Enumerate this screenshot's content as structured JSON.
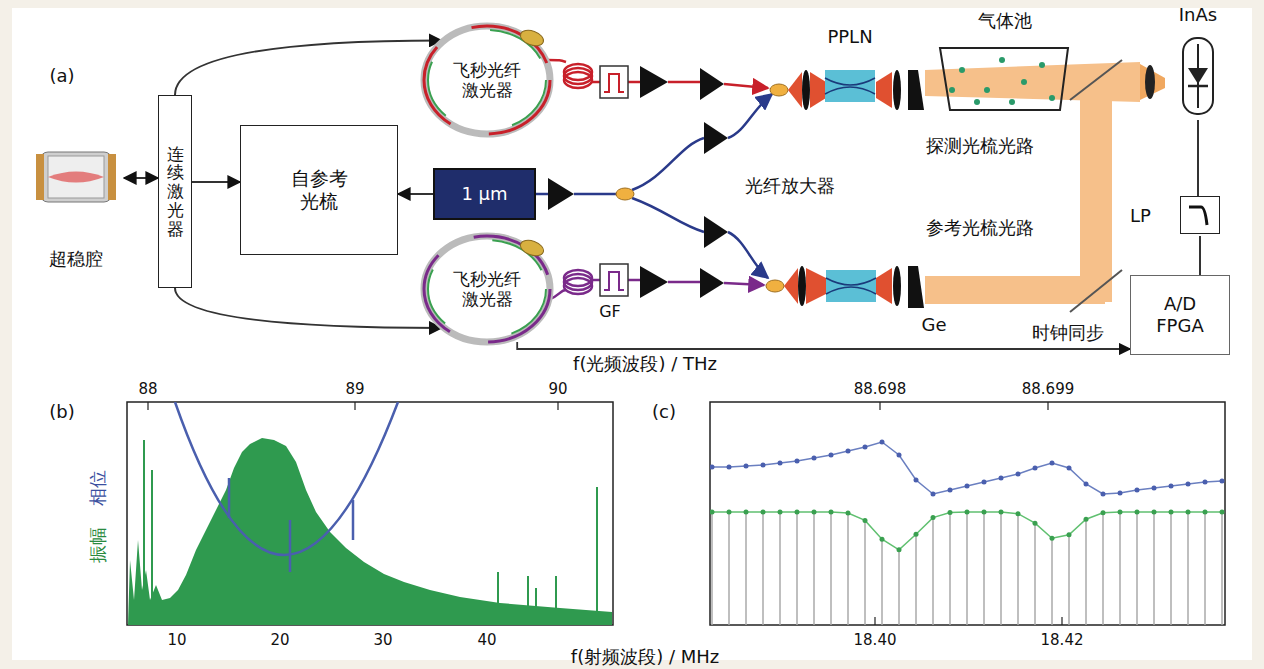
{
  "diagram": {
    "nodes": [
      {
        "text": [
          "超稳腔"
        ]
      },
      {
        "text": [
          "连续激光器"
        ]
      },
      {
        "text": [
          "自参考 光梳"
        ]
      },
      {
        "text": [
          "飞秒光纤 激光器"
        ]
      },
      {
        "text": [
          "1 μm"
        ]
      },
      {
        "text": [
          "飞秒光纤 激光器"
        ]
      },
      {
        "text": [
          "PPLN"
        ]
      },
      {
        "text": [
          "气体池"
        ]
      },
      {
        "text": [
          "InAs"
        ]
      },
      {
        "text": [
          "LP"
        ]
      },
      {
        "text": [
          "A/D FPGA"
        ]
      }
    ],
    "edges": [
      {
        "from": 0,
        "to": 1,
        "arrow": "both"
      },
      {
        "from": 1,
        "to": 3,
        "arrow": "to"
      },
      {
        "from": 1,
        "to": 5,
        "arrow": "to"
      },
      {
        "from": 1,
        "to": 2,
        "arrow": "to"
      },
      {
        "from": 4,
        "to": 2,
        "arrow": "to"
      },
      {
        "from": 5,
        "to": 10,
        "label": "时钟同步",
        "arrow": "to"
      },
      {
        "from": 8,
        "to": 9,
        "arrow": "none"
      },
      {
        "from": 9,
        "to": 10,
        "arrow": "none"
      }
    ],
    "labels": [
      "(a)",
      "光纤放大器",
      "探测光梳光路",
      "参考光梳光路",
      "GF",
      "Ge",
      "f(光频波段) / THz",
      "(b)",
      "88",
      "89",
      "90",
      "相位",
      "振幅",
      "10",
      "20",
      "30",
      "40",
      "(c)",
      "88.698",
      "88.699",
      "18.40",
      "18.42",
      "f(射频波段) / MHz"
    ]
  }
}
